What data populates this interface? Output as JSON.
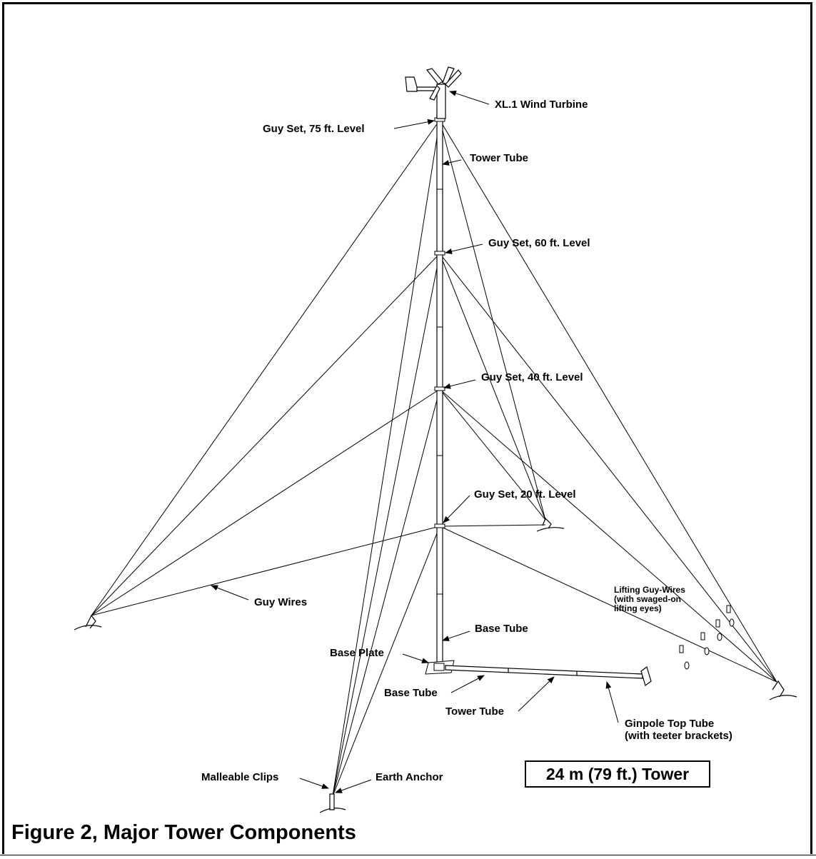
{
  "figure_title": "Figure 2, Major Tower Components",
  "tower_label": "24 m (79 ft.) Tower",
  "labels": {
    "wind_turbine": "XL.1 Wind Turbine",
    "guy_set_75": "Guy Set, 75 ft. Level",
    "tower_tube_top": "Tower Tube",
    "guy_set_60": "Guy Set, 60 ft. Level",
    "guy_set_40": "Guy Set, 40 ft. Level",
    "guy_set_20": "Guy Set, 20 ft. Level",
    "guy_wires": "Guy Wires",
    "lifting_guy_wires": "Lifting Guy-Wires\n(with swaged-on\nlifting eyes)",
    "base_tube_upper": "Base Tube",
    "base_plate": "Base Plate",
    "base_tube_lower": "Base Tube",
    "tower_tube_lower": "Tower Tube",
    "ginpole_top_tube": "Ginpole Top Tube\n(with teeter brackets)",
    "malleable_clips": "Malleable Clips",
    "earth_anchor": "Earth Anchor"
  },
  "colors": {
    "line": "#000000",
    "background": "#ffffff"
  }
}
